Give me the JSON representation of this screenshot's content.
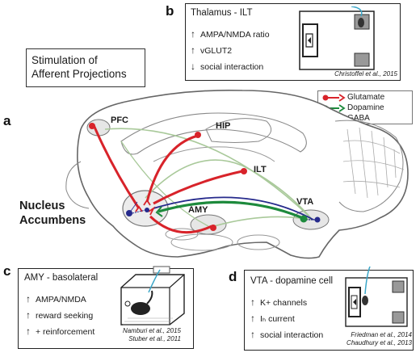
{
  "panel_labels": {
    "a": "a",
    "b": "b",
    "c": "c",
    "d": "d"
  },
  "stimulation_title": [
    "Stimulation of",
    "Afferent Projections"
  ],
  "legend": {
    "glutamate": "Glutamate",
    "dopamine": "Dopamine",
    "gaba": "GABA",
    "colors": {
      "glutamate": "#d8232a",
      "dopamine": "#1d8a3c",
      "gaba": "#262a8c",
      "minor_tract": "#a9c99a"
    }
  },
  "regions": {
    "pfc": "PFC",
    "hip": "HIP",
    "ilt": "ILT",
    "amy": "AMY",
    "vta": "VTA",
    "nucleus_accumbens": [
      "Nucleus",
      "Accumbens"
    ]
  },
  "panel_b": {
    "title": "Thalamus - ILT",
    "items": [
      {
        "arrow": "↑",
        "text": "AMPA/NMDA ratio"
      },
      {
        "arrow": "↑",
        "text": "vGLUT2"
      },
      {
        "arrow": "↓",
        "text": "social interaction"
      }
    ],
    "citations": [
      "Christoffel et al., 2015"
    ]
  },
  "panel_c": {
    "title": "AMY - basolateral",
    "items": [
      {
        "arrow": "↑",
        "text": "AMPA/NMDA"
      },
      {
        "arrow": "↑",
        "text": "reward seeking"
      },
      {
        "arrow": "↑",
        "text": "+ reinforcement"
      }
    ],
    "citations": [
      "Namburi et al., 2015",
      "Stuber et al., 2011"
    ]
  },
  "panel_d": {
    "title": "VTA - dopamine cell",
    "items": [
      {
        "arrow": "↑",
        "text": "K+ channels"
      },
      {
        "arrow": "↑",
        "text": "Iₕ current"
      },
      {
        "arrow": "↑",
        "text": "social interaction"
      }
    ],
    "citations": [
      "Friedman et al., 2014",
      "Chaudhury et al., 2013"
    ]
  }
}
